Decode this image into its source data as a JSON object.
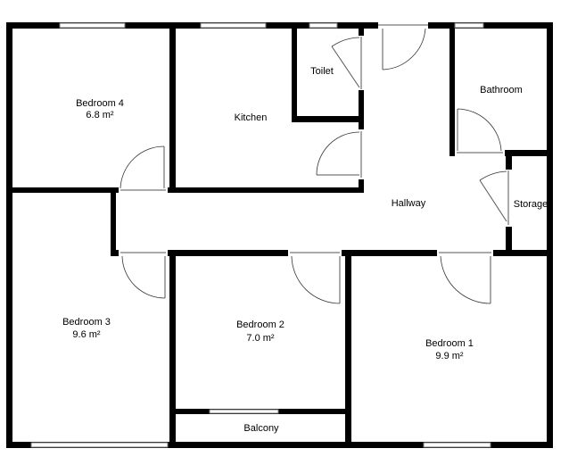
{
  "rooms": {
    "bedroom4": {
      "name": "Bedroom 4",
      "area": "6.8 m²"
    },
    "kitchen": {
      "name": "Kitchen"
    },
    "toilet": {
      "name": "Toilet"
    },
    "bathroom": {
      "name": "Bathroom"
    },
    "hallway": {
      "name": "Hallway"
    },
    "storage": {
      "name": "Storage"
    },
    "bedroom3": {
      "name": "Bedroom 3",
      "area": "9.6 m²"
    },
    "bedroom2": {
      "name": "Bedroom 2",
      "area": "7.0 m²"
    },
    "bedroom1": {
      "name": "Bedroom 1",
      "area": "9.9 m²"
    },
    "balcony": {
      "name": "Balcony"
    }
  },
  "colors": {
    "wall": "#000000",
    "background": "#ffffff"
  }
}
